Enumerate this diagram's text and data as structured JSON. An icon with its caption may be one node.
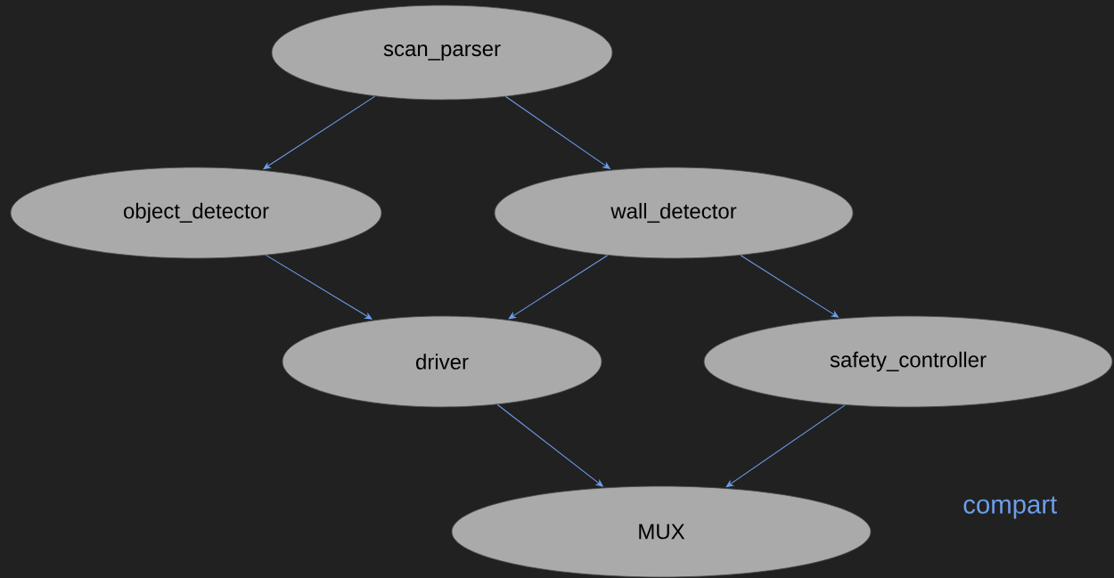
{
  "diagram": {
    "nodes": [
      {
        "text": [
          "scan_parser"
        ]
      },
      {
        "text": [
          "object_detector"
        ]
      },
      {
        "text": [
          "wall_detector"
        ]
      },
      {
        "text": [
          "driver"
        ]
      },
      {
        "text": [
          "safety_controller"
        ]
      },
      {
        "text": [
          "MUX"
        ]
      }
    ],
    "edges": [
      {
        "from": 0,
        "to": 1,
        "arrow": "to"
      },
      {
        "from": 0,
        "to": 2,
        "arrow": "to"
      },
      {
        "from": 1,
        "to": 3,
        "arrow": "to"
      },
      {
        "from": 2,
        "to": 3,
        "arrow": "to"
      },
      {
        "from": 2,
        "to": 4,
        "arrow": "to"
      },
      {
        "from": 3,
        "to": 5,
        "arrow": "to"
      },
      {
        "from": 4,
        "to": 5,
        "arrow": "to"
      }
    ],
    "labels": [
      "compart"
    ]
  }
}
